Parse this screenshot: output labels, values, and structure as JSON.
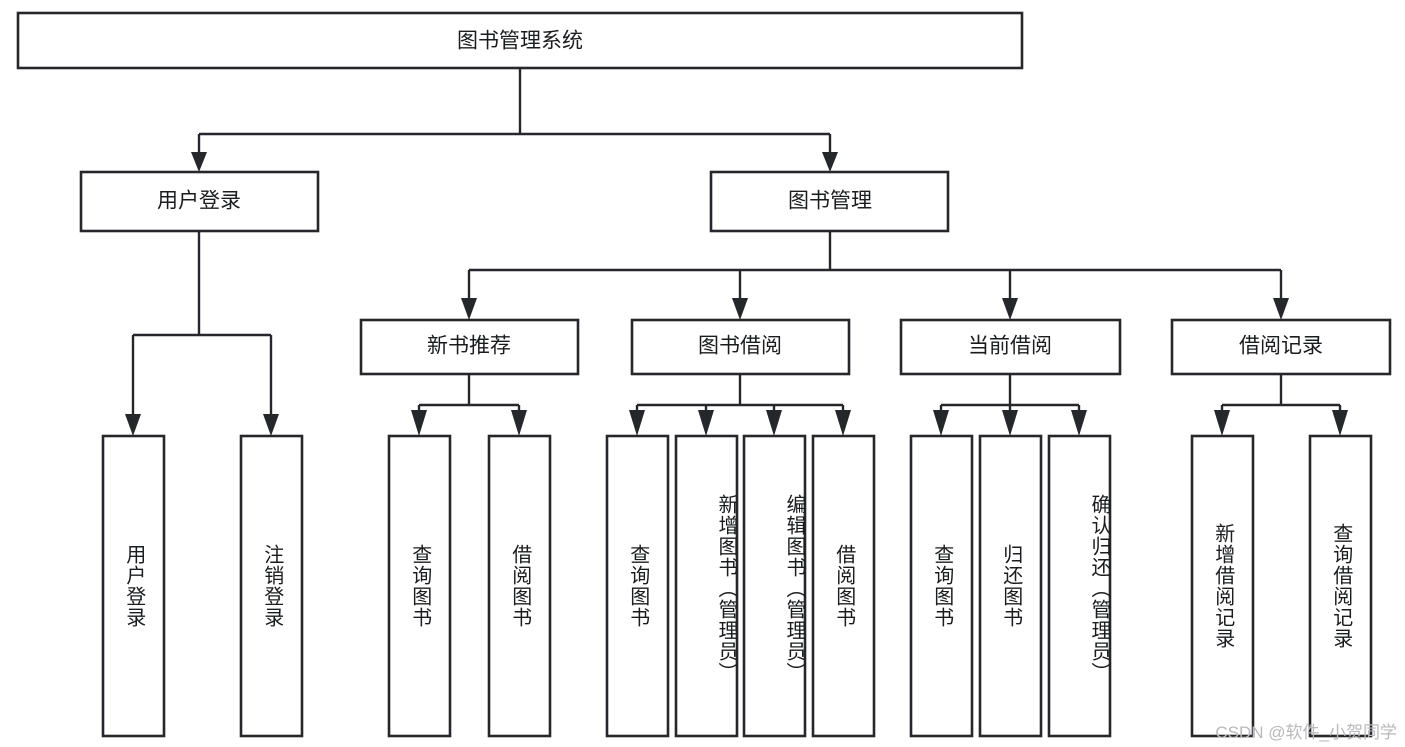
{
  "diagram": {
    "type": "tree-hierarchy-chart",
    "title": "图书管理系统",
    "root": {
      "id": "root",
      "label": "图书管理系统",
      "orientation": "horizontal"
    },
    "level2": [
      {
        "id": "user-login",
        "label": "用户登录",
        "orientation": "horizontal"
      },
      {
        "id": "book-manage",
        "label": "图书管理",
        "orientation": "horizontal"
      }
    ],
    "level3": [
      {
        "id": "new-book-rec",
        "label": "新书推荐",
        "parent": "book-manage",
        "orientation": "horizontal"
      },
      {
        "id": "book-borrow",
        "label": "图书借阅",
        "parent": "book-manage",
        "orientation": "horizontal"
      },
      {
        "id": "current-borrow",
        "label": "当前借阅",
        "parent": "book-manage",
        "orientation": "horizontal"
      },
      {
        "id": "borrow-record",
        "label": "借阅记录",
        "parent": "book-manage",
        "orientation": "horizontal"
      }
    ],
    "leaves": [
      {
        "id": "leaf-user-login",
        "label": "用户登录",
        "parent": "user-login",
        "orientation": "vertical"
      },
      {
        "id": "leaf-user-logout",
        "label": "注销登录",
        "parent": "user-login",
        "orientation": "vertical"
      },
      {
        "id": "leaf-query-book-1",
        "label": "查询图书",
        "parent": "new-book-rec",
        "orientation": "vertical"
      },
      {
        "id": "leaf-borrow-book-1",
        "label": "借阅图书",
        "parent": "new-book-rec",
        "orientation": "vertical"
      },
      {
        "id": "leaf-query-book-2",
        "label": "查询图书",
        "parent": "book-borrow",
        "orientation": "vertical"
      },
      {
        "id": "leaf-add-book",
        "label": "新增图书（管理员）",
        "parent": "book-borrow",
        "orientation": "vertical"
      },
      {
        "id": "leaf-edit-book",
        "label": "编辑图书（管理员）",
        "parent": "book-borrow",
        "orientation": "vertical"
      },
      {
        "id": "leaf-borrow-book-2",
        "label": "借阅图书",
        "parent": "book-borrow",
        "orientation": "vertical"
      },
      {
        "id": "leaf-query-book-3",
        "label": "查询图书",
        "parent": "current-borrow",
        "orientation": "vertical"
      },
      {
        "id": "leaf-return-book",
        "label": "归还图书",
        "parent": "current-borrow",
        "orientation": "vertical"
      },
      {
        "id": "leaf-confirm-return",
        "label": "确认归还（管理员）",
        "parent": "current-borrow",
        "orientation": "vertical"
      },
      {
        "id": "leaf-add-record",
        "label": "新增借阅记录",
        "parent": "borrow-record",
        "orientation": "vertical"
      },
      {
        "id": "leaf-query-record",
        "label": "查询借阅记录",
        "parent": "borrow-record",
        "orientation": "vertical"
      }
    ]
  },
  "watermark": {
    "text": "CSDN @软件_小贺同学"
  },
  "colors": {
    "stroke": "#26272b",
    "box_fill": "#ffffff",
    "text": "#1b1c1f",
    "background": "#ffffff",
    "watermark": "#b9b9bb"
  }
}
